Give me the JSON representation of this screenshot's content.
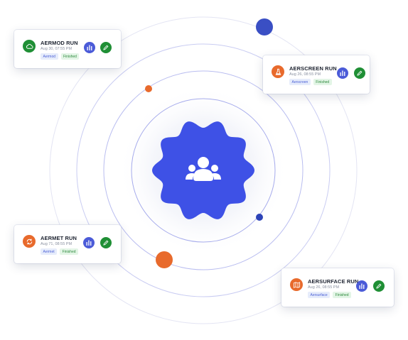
{
  "colors": {
    "ring": "#c9ccf2",
    "ring_faint": "#e6e7f5",
    "hub": "#3e51e6",
    "planet_blue": "#3a4fc4",
    "planet_orange": "#e86a2c",
    "chart_button": "#4b5bd8",
    "edit_button": "#1f8f35"
  },
  "hub_icon": "users-group-icon",
  "cards": [
    {
      "id": "aermod",
      "title": "AERMOD RUN",
      "date": "Aug 30, 07:55 PM",
      "type_tag": "Aermod",
      "status_tag": "Finished",
      "icon": "cloud-icon",
      "icon_color": "#1f8f35"
    },
    {
      "id": "aerscreen",
      "title": "AERSCREEN RUN",
      "date": "Aug 26, 08:55 PM",
      "type_tag": "Aerscreen",
      "status_tag": "Finished",
      "icon": "flask-icon",
      "icon_color": "#e86a2c"
    },
    {
      "id": "aermet",
      "title": "AERMET RUN",
      "date": "Aug 71, 08:55 PM",
      "type_tag": "Aermet",
      "status_tag": "Finished",
      "icon": "sync-icon",
      "icon_color": "#e86a2c"
    },
    {
      "id": "aersurface",
      "title": "AERSURFACE RUN",
      "date": "Aug 26, 08:55 PM",
      "type_tag": "Aersurface",
      "status_tag": "Finished",
      "icon": "map-icon",
      "icon_color": "#e86a2c"
    }
  ]
}
